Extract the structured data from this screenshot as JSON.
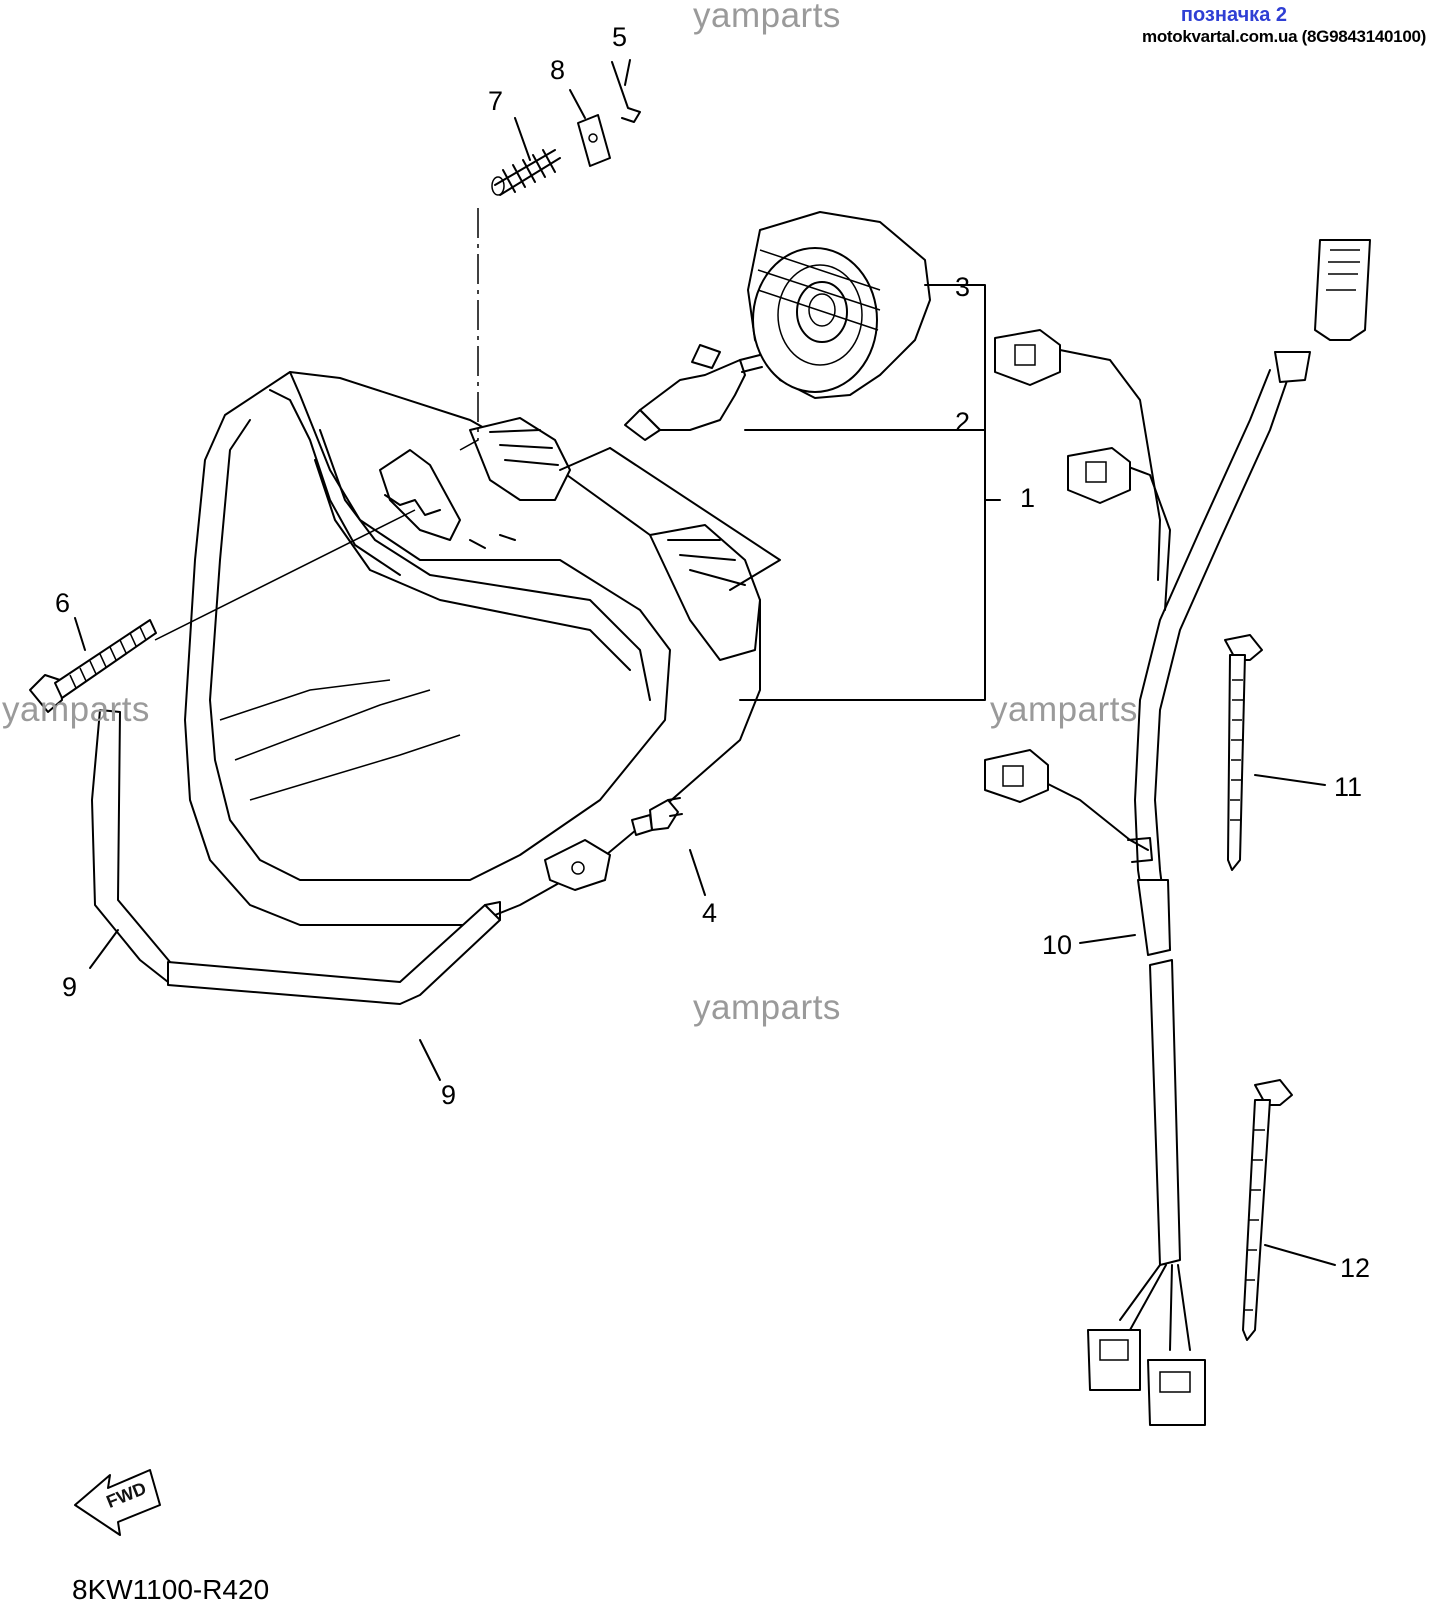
{
  "header": {
    "tag": "позначка 2",
    "site": "motokvartal.com.ua (8G9843140100)"
  },
  "watermarks": [
    "yamparts",
    "yamparts",
    "yamparts",
    "yamparts"
  ],
  "callouts": [
    "1",
    "2",
    "3",
    "4",
    "5",
    "6",
    "7",
    "8",
    "9",
    "9",
    "10",
    "11",
    "12"
  ],
  "fwd_label": "FWD",
  "diagram_code": "8KW1100-R420",
  "icons": {
    "fwd_arrow": "fwd-arrow-icon"
  }
}
